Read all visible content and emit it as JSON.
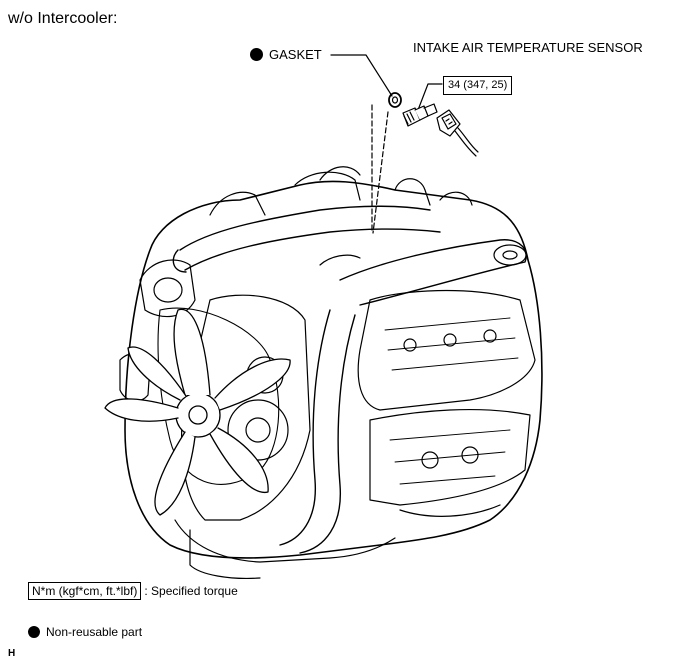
{
  "diagram": {
    "title": "w/o Intercooler:",
    "callouts": {
      "gasket": "GASKET",
      "sensor": "INTAKE AIR TEMPERATURE SENSOR",
      "torque": "34 (347, 25)"
    },
    "legend": {
      "torque_box": "N*m (kgf*cm, ft.*lbf)",
      "torque_text": ": Specified torque",
      "non_reusable": "Non-reusable part"
    },
    "corner_code": "H"
  }
}
